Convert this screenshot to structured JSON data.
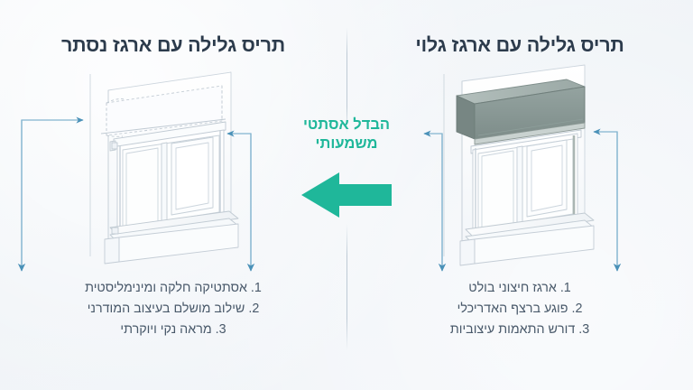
{
  "meta": {
    "language": "he",
    "direction": "rtl",
    "background_color": "#f1f5f8"
  },
  "theme": {
    "title_color": "#2c3b4c",
    "bullet_color": "#49596a",
    "accent_teal": "#1fb79a",
    "arrow_blue": "#4a91b8",
    "box_front_gray": "#8d9c99",
    "box_top_gray": "#a9b6b3",
    "line_art_stroke": "#b9c4cd",
    "divider_color": "#bac8d3"
  },
  "panels": {
    "left": {
      "id": "hidden-box",
      "title": "תריס גלילה עם ארגז נסתר",
      "illustration_name": "window-with-hidden-shutter-box",
      "box_style": "dashed-concealed",
      "bullets": [
        "1. אסתטיקה חלקה ומינימליסטית",
        "2. שילוב מושלם בעיצוב המודרני",
        "3. מראה נקי ויוקרתי"
      ]
    },
    "right": {
      "id": "exposed-box",
      "title": "תריס גלילה עם ארגז גלוי",
      "illustration_name": "window-with-exposed-shutter-box",
      "box_style": "solid-protruding-gray",
      "bullets": [
        "1. ארגז חיצוני בולט",
        "2. פוגע ברצף האדריכלי",
        "3. דורש התאמות עיצוביות"
      ]
    }
  },
  "center_callout": {
    "line1": "הבדל אסתטי",
    "line2": "משמעותי",
    "arrow_direction": "left",
    "arrow_color": "#1fb79a"
  },
  "annotation_arrows": {
    "count": 4,
    "color": "#4a91b8",
    "description": "L-shaped pointer arrows from each bullet list up to the shutter box"
  }
}
